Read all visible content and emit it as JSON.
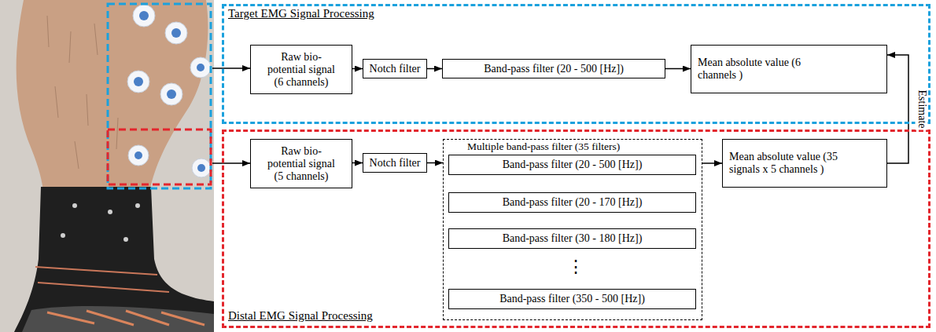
{
  "diagram": {
    "nodes": [
      {
        "text": [
          "Target EMG Signal Processing"
        ]
      },
      {
        "text": [
          "Raw bio-potential signal (6 channels)"
        ],
        "in": 0
      },
      {
        "text": [
          "Notch filter"
        ],
        "in": 0
      },
      {
        "text": [
          "Band-pass filter (20 - 500 [Hz])"
        ],
        "in": 0
      },
      {
        "text": [
          "Mean absolute value (6 channels )"
        ],
        "in": 0
      },
      {
        "text": [
          "Distal EMG Signal Processing"
        ]
      },
      {
        "text": [
          "Raw bio-potential signal (5 channels)"
        ],
        "in": 5
      },
      {
        "text": [
          "Notch filter"
        ],
        "in": 5
      },
      {
        "text": [
          "Multiple band-pass filter (35 filters)"
        ],
        "in": 5
      },
      {
        "text": [
          "Band-pass filter (20 - 500 [Hz])"
        ],
        "in": 8
      },
      {
        "text": [
          "Band-pass filter (20 - 170 [Hz])"
        ],
        "in": 8
      },
      {
        "text": [
          "Band-pass filter (30 - 180 [Hz])"
        ],
        "in": 8
      },
      {
        "text": [
          "Band-pass filter (350 - 500 [Hz])"
        ],
        "in": 8
      },
      {
        "text": [
          "Mean absolute value (35 signals x 5 channels )"
        ],
        "in": 5
      }
    ],
    "edges": [
      {
        "from": 1,
        "to": 2,
        "arrow": "to"
      },
      {
        "from": 2,
        "to": 3,
        "arrow": "to"
      },
      {
        "from": 3,
        "to": 4,
        "arrow": "to"
      },
      {
        "from": 6,
        "to": 7,
        "arrow": "to"
      },
      {
        "from": 7,
        "to": 8,
        "arrow": "to"
      },
      {
        "from": 8,
        "to": 13,
        "arrow": "to"
      },
      {
        "from": 13,
        "to": 4,
        "label": "Estimate",
        "arrow": "to"
      }
    ],
    "labels": [
      "⋮"
    ]
  }
}
